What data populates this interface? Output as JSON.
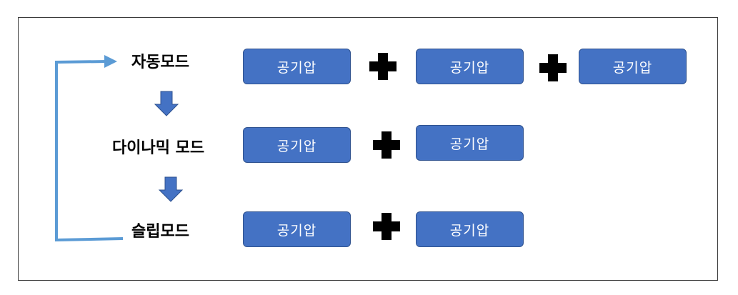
{
  "modes": [
    {
      "label": "자동모드",
      "blocks": [
        "공기압",
        "공기압",
        "공기압"
      ]
    },
    {
      "label": "다이나믹 모드",
      "blocks": [
        "공기압",
        "공기압"
      ]
    },
    {
      "label": "슬립모드",
      "blocks": [
        "공기압",
        "공기압"
      ]
    }
  ],
  "colors": {
    "block_fill": "#4472c4",
    "block_border": "#2f528f",
    "arrow_fill": "#4472c4",
    "loop_line": "#5b9bd5",
    "plus": "#000000",
    "frame_border": "#3a3a3a"
  }
}
